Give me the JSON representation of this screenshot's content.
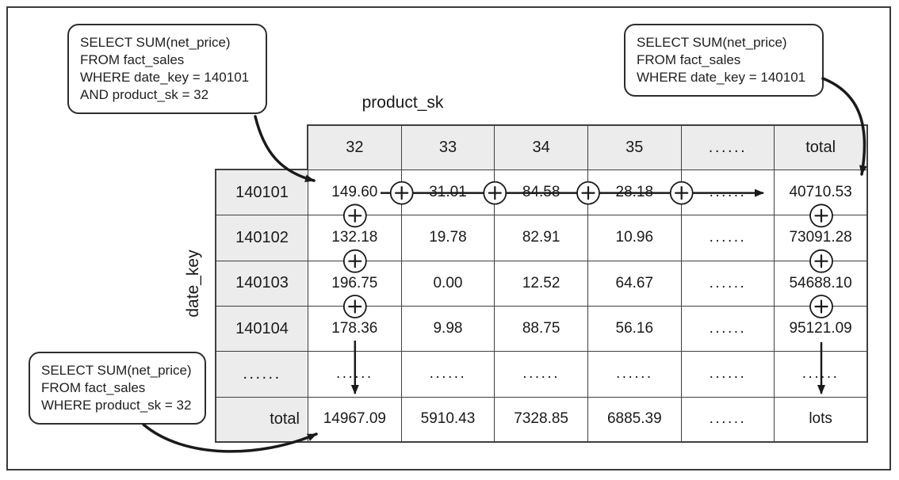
{
  "figure": {
    "column_axis_label": "product_sk",
    "row_axis_label": "date_key",
    "col_headers": [
      "32",
      "33",
      "34",
      "35",
      "......",
      "total"
    ],
    "row_headers": [
      "140101",
      "140102",
      "140103",
      "140104",
      "......",
      "total"
    ],
    "rows": [
      [
        "149.60",
        "31.01",
        "84.58",
        "28.18",
        "......",
        "40710.53"
      ],
      [
        "132.18",
        "19.78",
        "82.91",
        "10.96",
        "......",
        "73091.28"
      ],
      [
        "196.75",
        "0.00",
        "12.52",
        "64.67",
        "......",
        "54688.10"
      ],
      [
        "178.36",
        "9.98",
        "88.75",
        "56.16",
        "......",
        "95121.09"
      ],
      [
        "......",
        "......",
        "......",
        "......",
        "......",
        "......"
      ],
      [
        "14967.09",
        "5910.43",
        "7328.85",
        "6885.39",
        "......",
        "lots"
      ]
    ],
    "plus_operator": "+"
  },
  "callouts": {
    "top_left": {
      "lines": [
        "SELECT SUM(net_price)",
        "FROM fact_sales",
        "WHERE date_key = 140101",
        "AND product_sk = 32"
      ]
    },
    "top_right": {
      "lines": [
        "SELECT SUM(net_price)",
        "FROM fact_sales",
        "WHERE date_key = 140101"
      ]
    },
    "bottom_left": {
      "lines": [
        "SELECT SUM(net_price)",
        "FROM fact_sales",
        "WHERE product_sk = 32"
      ]
    }
  },
  "colors": {
    "header_bg": "#ececec",
    "grid_line": "#3f3f3f",
    "ink": "#1a1a1a",
    "background": "#ffffff"
  }
}
